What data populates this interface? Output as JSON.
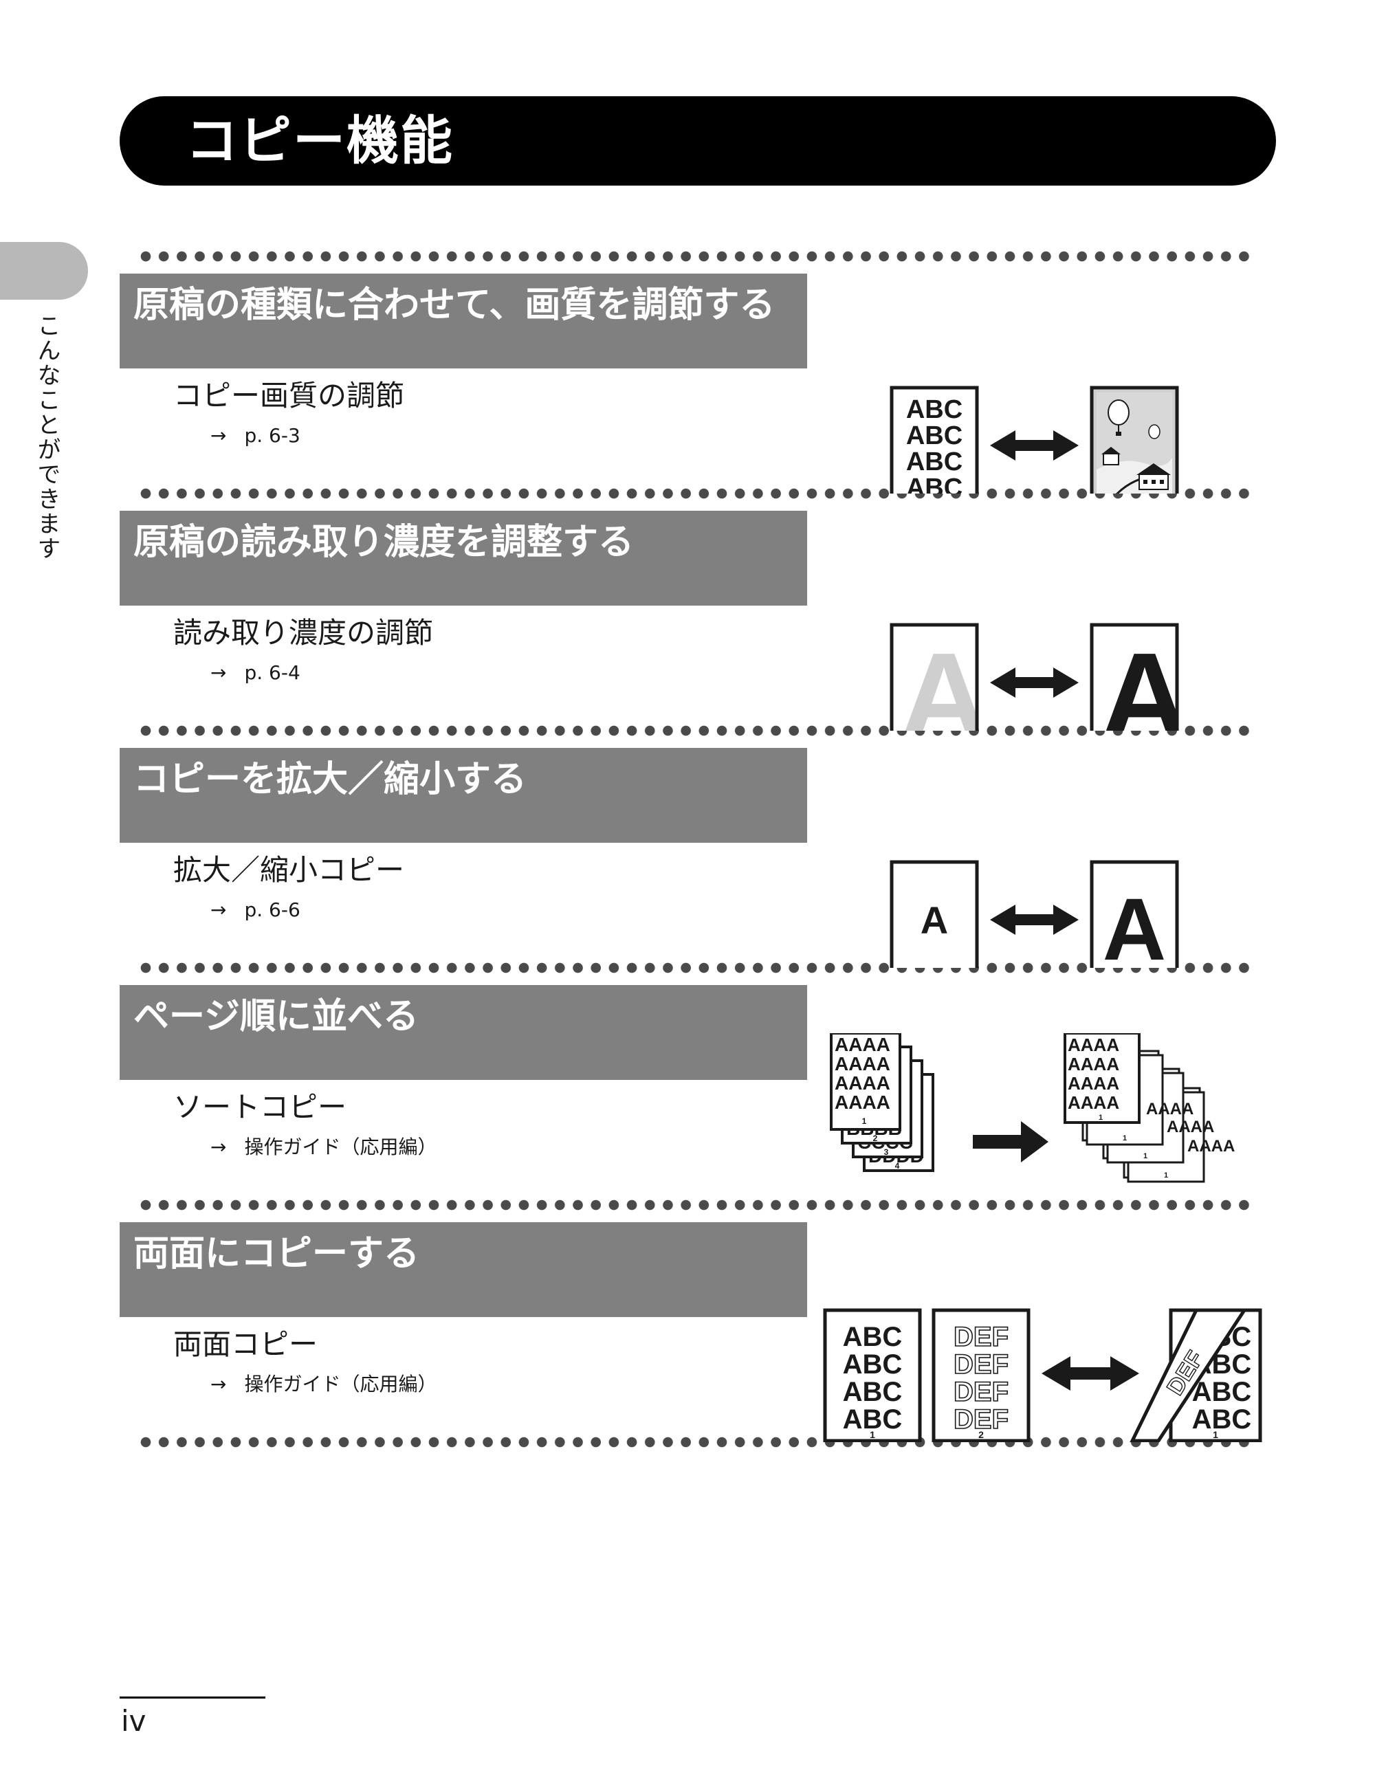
{
  "page": {
    "title": "コピー機能",
    "side_label": "こんなことができます",
    "page_number": "iv"
  },
  "sections": [
    {
      "heading": "原稿の種類に合わせて、画質を調節する",
      "item": "コピー画質の調節",
      "arrow": "→",
      "ref": "p. 6-3",
      "illustration": {
        "icon": "text-vs-photo-illustration",
        "text": "ABC"
      }
    },
    {
      "heading": "原稿の読み取り濃度を調整する",
      "item": "読み取り濃度の調節",
      "arrow": "→",
      "ref": "p. 6-4",
      "illustration": {
        "icon": "light-dark-density-illustration",
        "letter": "A"
      }
    },
    {
      "heading": "コピーを拡大／縮小する",
      "item": "拡大／縮小コピー",
      "arrow": "→",
      "ref": "p. 6-6",
      "illustration": {
        "icon": "enlarge-reduce-illustration",
        "letter": "A"
      }
    },
    {
      "heading": "ページ順に並べる",
      "item": "ソートコピー",
      "arrow": "→",
      "ref": "操作ガイド（応用編）",
      "illustration": {
        "icon": "sort-copy-illustration",
        "rows_a": "AAAA",
        "rows_b": "BBBB",
        "rows_c": "CCCC",
        "rows_d": "DDDD",
        "page_nums": [
          "1",
          "2",
          "3",
          "4"
        ]
      }
    },
    {
      "heading": "両面にコピーする",
      "item": "両面コピー",
      "arrow": "→",
      "ref": "操作ガイド（応用編）",
      "illustration": {
        "icon": "two-sided-copy-illustration",
        "front": "ABC",
        "back": "DEF",
        "page_nums": [
          "1",
          "2"
        ]
      }
    }
  ],
  "colors": {
    "title_bar": "#000000",
    "section_heading_bg": "#808080",
    "dots": "#4a4a4a",
    "side_tab": "#b8b8b8",
    "ink": "#1a1a1a"
  }
}
